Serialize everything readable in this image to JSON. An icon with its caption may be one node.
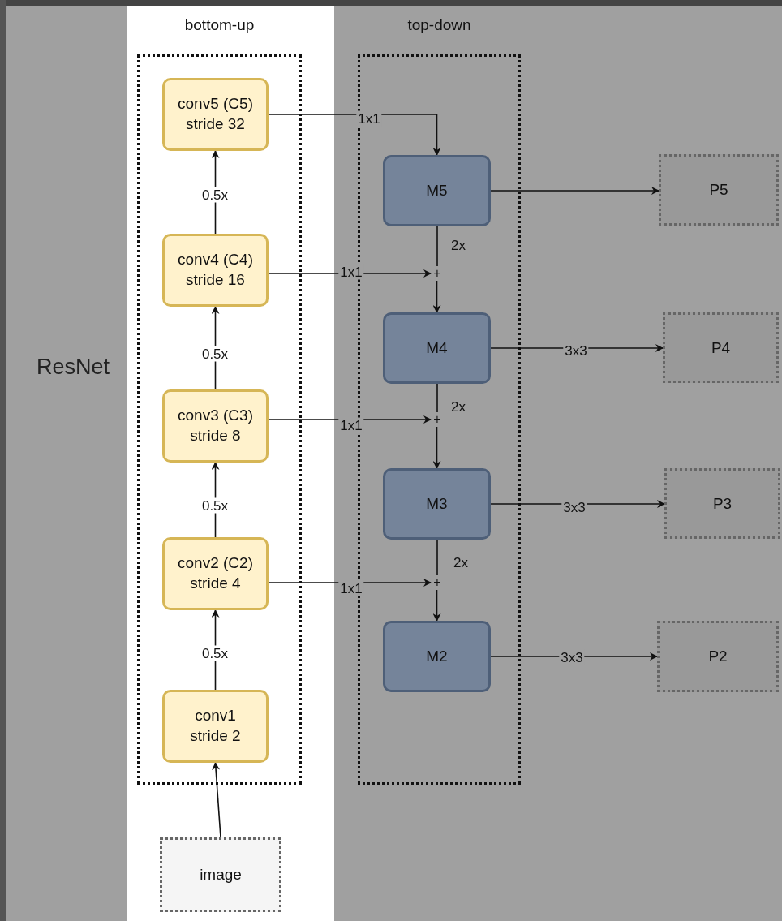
{
  "diagram": {
    "nodes": [
      {
        "text": [
          "bottom-up"
        ]
      },
      {
        "text": [
          "conv5 (C5) stride 32"
        ],
        "in": 0
      },
      {
        "text": [
          "conv4 (C4) stride 16"
        ],
        "in": 0
      },
      {
        "text": [
          "conv3 (C3) stride 8"
        ],
        "in": 0
      },
      {
        "text": [
          "conv2 (C2) stride 4"
        ],
        "in": 0
      },
      {
        "text": [
          "conv1 stride 2"
        ],
        "in": 0
      },
      {
        "text": [
          "image"
        ]
      },
      {
        "text": [
          "top-down"
        ]
      },
      {
        "text": [
          "M5"
        ],
        "in": 7
      },
      {
        "text": [
          "+"
        ],
        "in": 7
      },
      {
        "text": [
          "M4"
        ],
        "in": 7
      },
      {
        "text": [
          "+"
        ],
        "in": 7
      },
      {
        "text": [
          "M3"
        ],
        "in": 7
      },
      {
        "text": [
          "+"
        ],
        "in": 7
      },
      {
        "text": [
          "M2"
        ],
        "in": 7
      },
      {
        "text": [
          "P5"
        ]
      },
      {
        "text": [
          "P4"
        ]
      },
      {
        "text": [
          "P3"
        ]
      },
      {
        "text": [
          "P2"
        ]
      }
    ],
    "edges": [
      {
        "from": 6,
        "to": 5,
        "arrow": "to"
      },
      {
        "from": 5,
        "to": 4,
        "arrow": "to",
        "label": "0.5x"
      },
      {
        "from": 4,
        "to": 3,
        "arrow": "to",
        "label": "0.5x"
      },
      {
        "from": 3,
        "to": 2,
        "arrow": "to",
        "label": "0.5x"
      },
      {
        "from": 2,
        "to": 1,
        "arrow": "to",
        "label": "0.5x"
      },
      {
        "from": 1,
        "to": 8,
        "arrow": "to",
        "label": "1x1"
      },
      {
        "from": 8,
        "to": 15,
        "arrow": "to"
      },
      {
        "from": 8,
        "to": 9,
        "arrow": "none",
        "label": "2x"
      },
      {
        "from": 2,
        "to": 9,
        "arrow": "to",
        "label": "1x1"
      },
      {
        "from": 9,
        "to": 10,
        "arrow": "to"
      },
      {
        "from": 10,
        "to": 16,
        "arrow": "to",
        "label": "3x3"
      },
      {
        "from": 10,
        "to": 11,
        "arrow": "none",
        "label": "2x"
      },
      {
        "from": 3,
        "to": 11,
        "arrow": "to",
        "label": "1x1"
      },
      {
        "from": 11,
        "to": 12,
        "arrow": "to"
      },
      {
        "from": 12,
        "to": 17,
        "arrow": "to",
        "label": "3x3"
      },
      {
        "from": 12,
        "to": 13,
        "arrow": "none",
        "label": "2x"
      },
      {
        "from": 4,
        "to": 13,
        "arrow": "to",
        "label": "1x1"
      },
      {
        "from": 13,
        "to": 14,
        "arrow": "to"
      },
      {
        "from": 14,
        "to": 18,
        "arrow": "to",
        "label": "3x3"
      }
    ],
    "labels": [
      "ResNet"
    ]
  }
}
